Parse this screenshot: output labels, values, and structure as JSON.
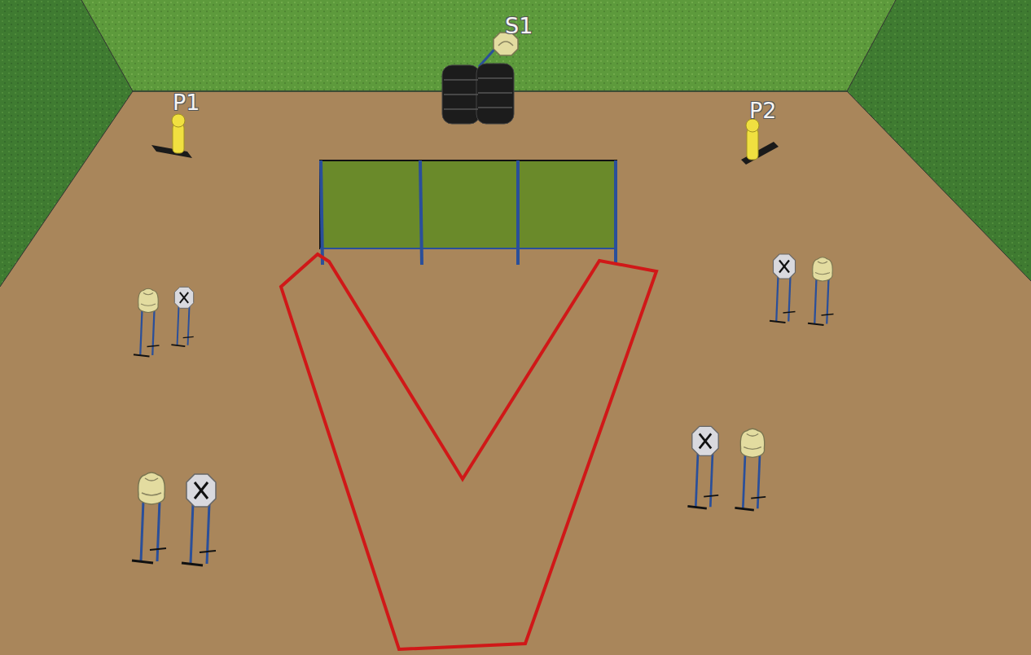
{
  "diagram": {
    "labels": [
      "S1",
      "P1",
      "P2"
    ]
  }
}
